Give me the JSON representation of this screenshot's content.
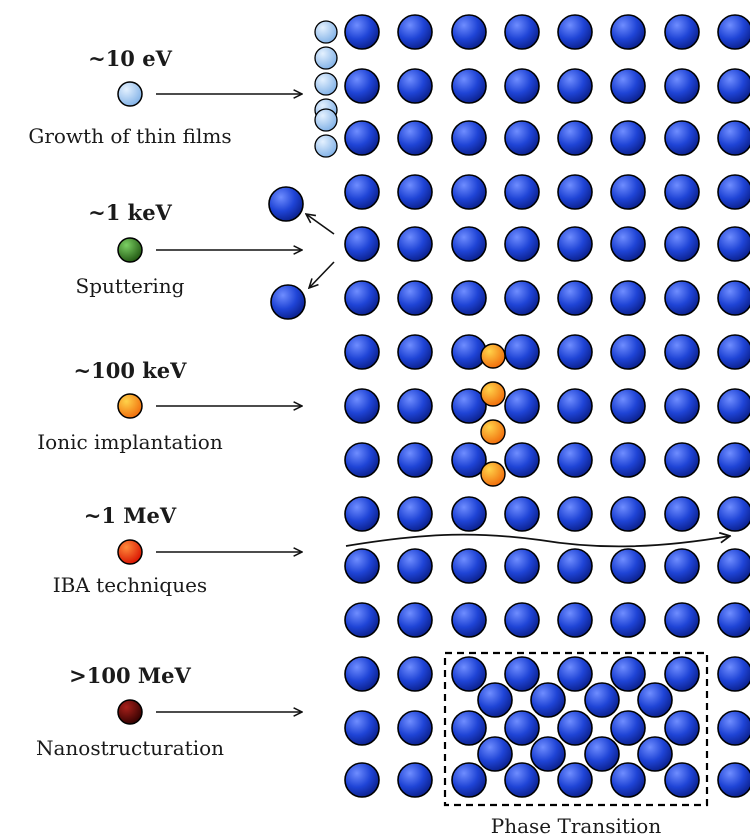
{
  "levels": [
    {
      "energy": "~10 eV",
      "process": "Growth of thin films",
      "ion_color": "#9cc8f2"
    },
    {
      "energy": "~1 keV",
      "process": "Sputtering",
      "ion_color": "#2e6b1e"
    },
    {
      "energy": "~100 keV",
      "process": "Ionic implantation",
      "ion_color": "#f2a71a"
    },
    {
      "energy": "~1 MeV",
      "process": "IBA techniques",
      "ion_color": "#f23a12"
    },
    {
      "energy": ">100 MeV",
      "process": "Nanostructuration",
      "ion_color": "#4a0202"
    }
  ],
  "phase_label": "Phase Transition",
  "colors": {
    "lattice_atom": "#1f44d6",
    "arrow": "#111111",
    "outline": "#000000"
  }
}
